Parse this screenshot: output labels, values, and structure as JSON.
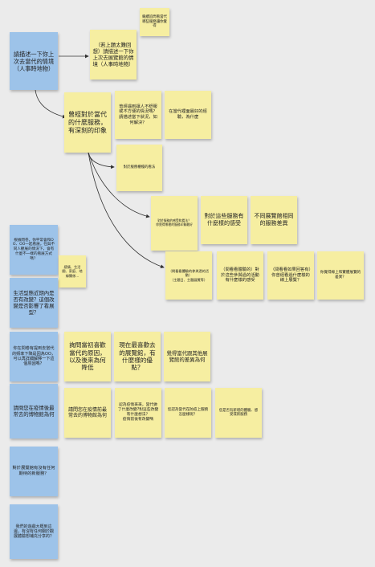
{
  "colors": {
    "blue": "#9dc3e9",
    "yellow": "#f6eea1",
    "background": "#ebebeb",
    "connector": "#333333"
  },
  "notes": {
    "q_last_visit": "請描述一下你上次去當代的情境（人事時地物）",
    "q_last_visit_followup": "（若上題太難回想）請描述一下你上次去展覽館的情境（人事時地物）",
    "memo_follow": "繼續追問看當代哪些服務讓你覺得",
    "q_impressive_service": "曾經對於當代的什麼服務，有深刻的印象",
    "q_uncomfortable": "曾經遇到讓人不舒服或不方便的情況嗎？請描述當下狀況，如何解決？",
    "q_good_experience": "在當代裡面最好的經驗，為什麼",
    "q_opinion_front": "對於服務櫃檯的看法",
    "q_feeling_small": "對於服務的感受和看法？\n你覺得哪裡的服務印象最好",
    "q_feeling_service": "對於這些服務有什麼樣的感受",
    "q_diff_services": "不同展覽館相同的服務差異",
    "q_experience_activity": "（問看看體驗的參與過的活動）\n（主題日、主題展覽等）",
    "q_joined_activity": "（問看看體驗的）對於這些參與過的活動有什麼樣的感受",
    "q_online_exhibit": "（問看看如果回答有）你曾經看過什麼樣的線上展覽？",
    "q_online_diff": "你覺得線上和實體展覽的差異？",
    "q_left_frequency": "根據問卷，你平常會和OO、OO一起看展，在與不同人觀展的情況下，會有什麼不一樣的看展方式嗎？",
    "q_left_life_change": "感情、生活圈、家庭、地緣關係...",
    "q_life_stage": "生活型態近期內是否有改變？這個改變是否影響了看展型？",
    "q_visit_drop": "你在問卷有提到去當代的頻率下降是因為OO，可以再詳細解釋一下這個原因嗎？",
    "q_first_like": "詢問當初喜歡當代的原因，以及後來為何降低",
    "q_now_advantage": "現在最喜歡去的展覽館，有什麼樣的優點？",
    "q_diff_from_others": "覺得當代跟其他展覽館的差異為何",
    "q_pandemic_museum": "請問您在疫情後最常去的博物館為何",
    "q_pandemic_museum_2": "請問您在疫情前最常去的博物館為何",
    "q_pandemic_change": "認為疫情來來，當代做了什麼改變?對這些改變有什麼想法？\n疫情前後有改變嗎",
    "q_online_after": "您認為當代在防疫上服務怎麼樣呢？",
    "q_expectation": "您是否有新增的體驗、感受或新服務",
    "q_expect_service": "對於展覽館有沒有任何期待的新服務？",
    "q_future": "我們的遊戲大概到這邊，有沒有任何關於觀展體驗想補充分享的？"
  }
}
